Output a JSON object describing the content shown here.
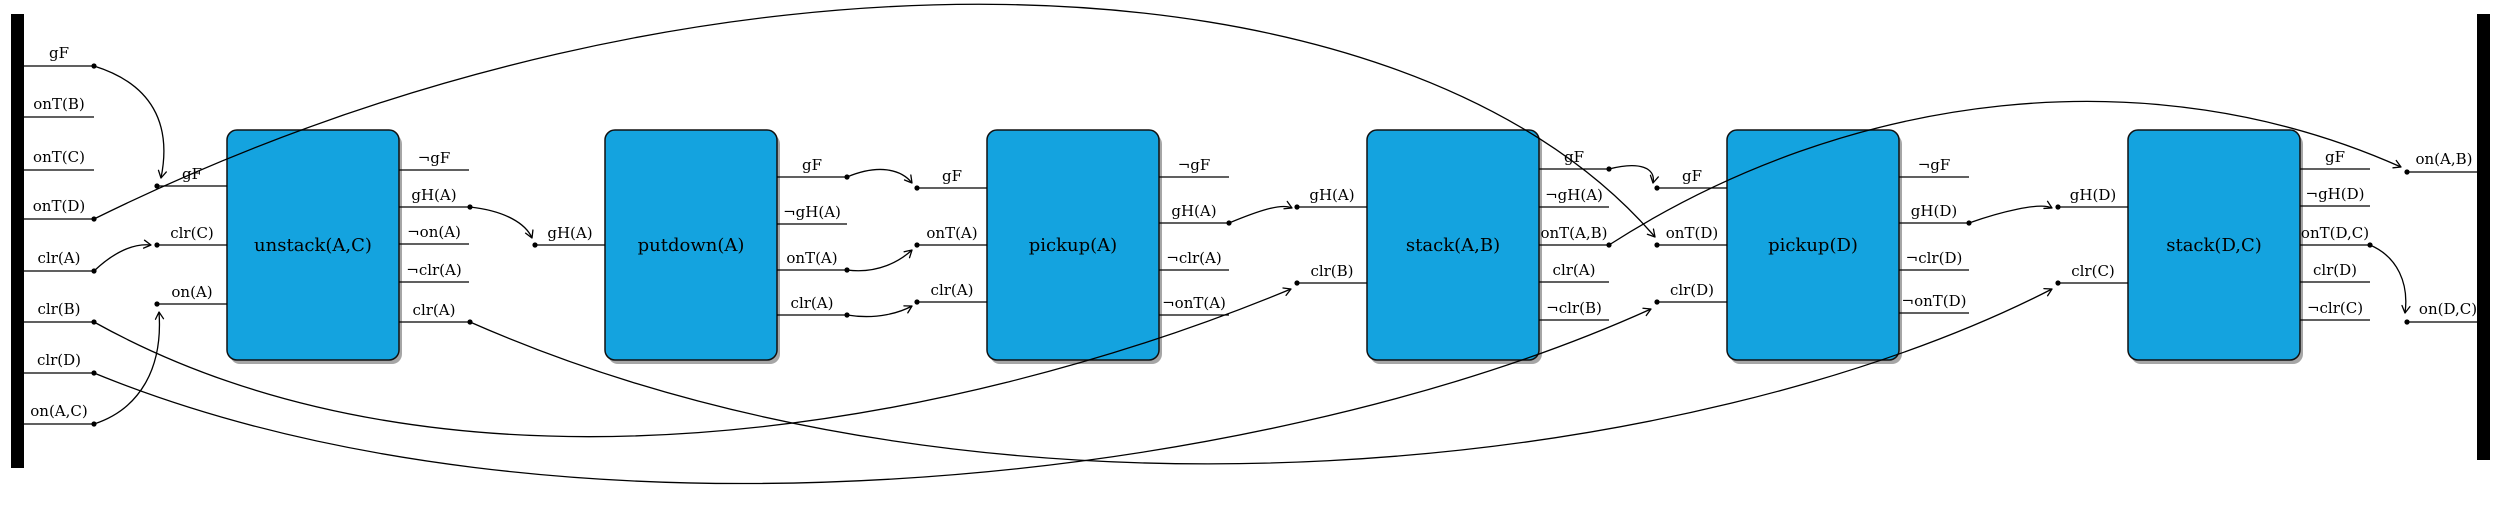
{
  "colors": {
    "action_fill": "#14A3DF",
    "action_border": "#111111",
    "frame_color": "#000000",
    "edge_color": "#1a1a1a",
    "shadow_color": "#4d4d4d"
  },
  "initial_state": {
    "ports": [
      "gF",
      "onT(B)",
      "onT(C)",
      "onT(D)",
      "clr(A)",
      "clr(B)",
      "clr(D)",
      "on(A,C)"
    ]
  },
  "goal_state": {
    "ports": [
      "on(A,B)",
      "on(D,C)"
    ]
  },
  "actions": [
    {
      "name": "unstack(A,C)",
      "inputs": [
        "gF",
        "clr(C)",
        "on(A)"
      ],
      "outputs": [
        "¬gF",
        "gH(A)",
        "¬on(A)",
        "¬clr(A)",
        "clr(A)"
      ]
    },
    {
      "name": "putdown(A)",
      "inputs": [
        "gH(A)"
      ],
      "outputs": [
        "gF",
        "¬gH(A)",
        "onT(A)",
        "clr(A)"
      ]
    },
    {
      "name": "pickup(A)",
      "inputs": [
        "gF",
        "onT(A)",
        "clr(A)"
      ],
      "outputs": [
        "¬gF",
        "gH(A)",
        "¬clr(A)",
        "¬onT(A)"
      ]
    },
    {
      "name": "stack(A,B)",
      "inputs": [
        "gH(A)",
        "clr(B)"
      ],
      "outputs": [
        "gF",
        "¬gH(A)",
        "onT(A,B)",
        "clr(A)",
        "¬clr(B)"
      ]
    },
    {
      "name": "pickup(D)",
      "inputs": [
        "gF",
        "onT(D)",
        "clr(D)"
      ],
      "outputs": [
        "¬gF",
        "gH(D)",
        "¬clr(D)",
        "¬onT(D)"
      ]
    },
    {
      "name": "stack(D,C)",
      "inputs": [
        "gH(D)",
        "clr(C)"
      ],
      "outputs": [
        "gF",
        "¬gH(D)",
        "onT(D,C)",
        "clr(D)",
        "¬clr(C)"
      ]
    }
  ],
  "connections": [
    {
      "from": "init.gF",
      "to": "unstack(A,C).gF"
    },
    {
      "from": "init.onT(D)",
      "to": "pickup(D).onT(D)"
    },
    {
      "from": "init.clr(A)",
      "to": "unstack(A,C).clr(C)"
    },
    {
      "from": "init.on(A,C)",
      "to": "unstack(A,C).on(A)"
    },
    {
      "from": "init.clr(B)",
      "to": "stack(A,B).clr(B)"
    },
    {
      "from": "init.clr(D)",
      "to": "pickup(D).clr(D)"
    },
    {
      "from": "unstack(A,C).gH(A)",
      "to": "putdown(A).gH(A)"
    },
    {
      "from": "unstack(A,C).clr(A)",
      "to": "stack(D,C).clr(C)"
    },
    {
      "from": "putdown(A).gF",
      "to": "pickup(A).gF"
    },
    {
      "from": "putdown(A).onT(A)",
      "to": "pickup(A).onT(A)"
    },
    {
      "from": "putdown(A).clr(A)",
      "to": "pickup(A).clr(A)"
    },
    {
      "from": "pickup(A).gH(A)",
      "to": "stack(A,B).gH(A)"
    },
    {
      "from": "stack(A,B).gF",
      "to": "pickup(D).gF"
    },
    {
      "from": "stack(A,B).onT(A,B)",
      "to": "goal.on(A,B)"
    },
    {
      "from": "pickup(D).gH(D)",
      "to": "stack(D,C).gH(D)"
    },
    {
      "from": "stack(D,C).onT(D,C)",
      "to": "goal.on(D,C)"
    }
  ]
}
